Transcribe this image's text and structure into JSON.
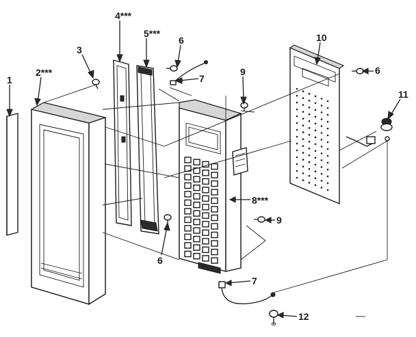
{
  "labels": {
    "p1": "1",
    "p2": "2***",
    "p3": "3",
    "p4": "4***",
    "p5": "5***",
    "p6a": "6",
    "p6b": "6",
    "p6c": "6",
    "p7a": "7",
    "p7b": "7",
    "p8": "8***",
    "p9a": "9",
    "p9b": "9",
    "p10": "10",
    "p11": "11",
    "p12": "12"
  }
}
